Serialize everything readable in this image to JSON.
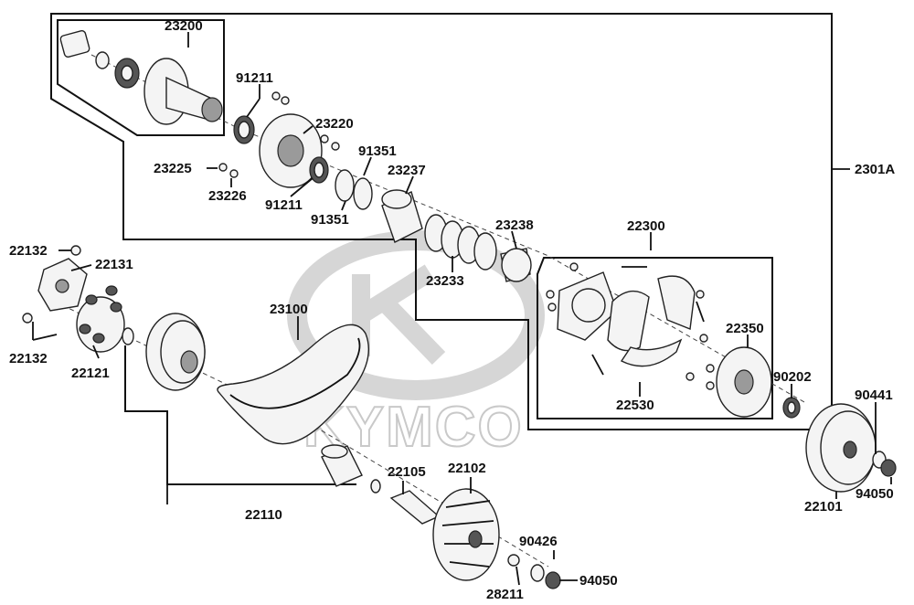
{
  "watermark": {
    "brand": "KYMCO"
  },
  "labels": {
    "l23200": "23200",
    "l91211a": "91211",
    "l23220": "23220",
    "l91351a": "91351",
    "l23225": "23225",
    "l23226": "23226",
    "l91211b": "91211",
    "l91351b": "91351",
    "l23237": "23237",
    "l23238": "23238",
    "l23233": "23233",
    "l22300": "22300",
    "l2301A": "2301A",
    "l22350": "22350",
    "l90202": "90202",
    "l22530": "22530",
    "l90441": "90441",
    "l94050a": "94050",
    "l22101": "22101",
    "l22132a": "22132",
    "l22131": "22131",
    "l22132b": "22132",
    "l22121": "22121",
    "l23100": "23100",
    "l22110": "22110",
    "l22105": "22105",
    "l22102": "22102",
    "l90426": "90426",
    "l94050b": "94050",
    "l28211": "28211"
  }
}
